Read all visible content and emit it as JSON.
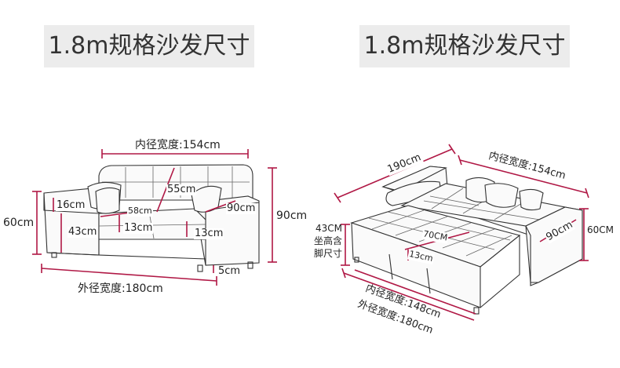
{
  "left": {
    "title": "1.8m规格沙发尺寸",
    "labels": {
      "inner_width": "内径宽度:154cm",
      "back_depth": "55cm",
      "total_height": "90cm",
      "arm_depth": "90cm",
      "side_height": "60cm",
      "arm_16": "16cm",
      "seat_depth": "58cm",
      "seat_height": "43cm",
      "cushion_left": "13cm",
      "cushion_right": "13cm",
      "leg": "5cm",
      "outer_width": "外径宽度:180cm"
    }
  },
  "right": {
    "title": "1.8m规格沙发尺寸",
    "labels": {
      "length": "190cm",
      "inner_width": "内径宽度:154cm",
      "height_60": "60CM",
      "arm_90": "90cm",
      "seat_height_value": "43CM",
      "seat_height_line1": "坐高含",
      "seat_height_line2": "脚尺寸",
      "bed_70": "70CM",
      "bed_13": "13cm",
      "inner_148": "内径宽度:148cm",
      "outer_180": "外径宽度:180cm"
    }
  }
}
